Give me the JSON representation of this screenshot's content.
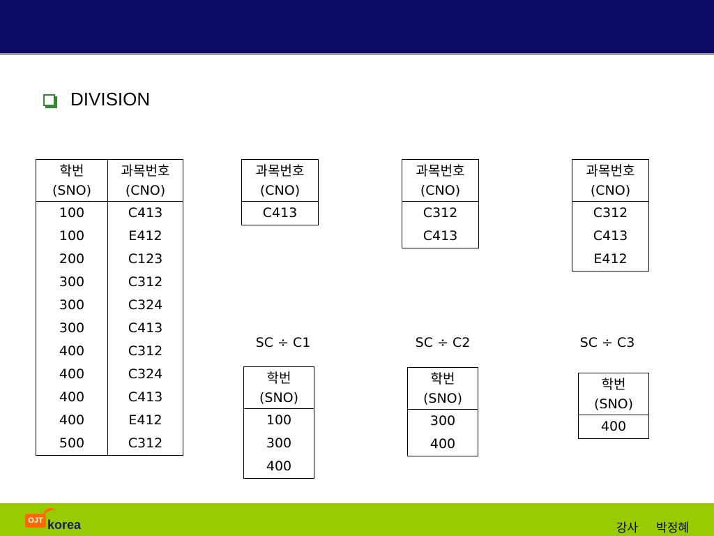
{
  "heading": "DIVISION",
  "tables": {
    "sc": {
      "headers": [
        [
          "학번",
          "(SNO)"
        ],
        [
          "과목번호",
          "(CNO)"
        ]
      ],
      "rows": [
        [
          "100",
          "C413"
        ],
        [
          "100",
          "E412"
        ],
        [
          "200",
          "C123"
        ],
        [
          "300",
          "C312"
        ],
        [
          "300",
          "C324"
        ],
        [
          "300",
          "C413"
        ],
        [
          "400",
          "C312"
        ],
        [
          "400",
          "C324"
        ],
        [
          "400",
          "C413"
        ],
        [
          "400",
          "E412"
        ],
        [
          "500",
          "C312"
        ]
      ]
    },
    "c1": {
      "header": [
        "과목번호",
        "(CNO)"
      ],
      "rows": [
        "C413"
      ]
    },
    "c2": {
      "header": [
        "과목번호",
        "(CNO)"
      ],
      "rows": [
        "C312",
        "C413"
      ]
    },
    "c3": {
      "header": [
        "과목번호",
        "(CNO)"
      ],
      "rows": [
        "C312",
        "C413",
        "E412"
      ]
    },
    "r1": {
      "header": [
        "학번",
        "(SNO)"
      ],
      "rows": [
        "100",
        "300",
        "400"
      ]
    },
    "r2": {
      "header": [
        "학번",
        "(SNO)"
      ],
      "rows": [
        "300",
        "400"
      ]
    },
    "r3": {
      "header": [
        "학번",
        "(SNO)"
      ],
      "rows": [
        "400"
      ]
    }
  },
  "expressions": [
    "SC ÷ C1",
    "SC ÷ C2",
    "SC ÷ C3"
  ],
  "footer": {
    "logo_badge": "OJT",
    "logo_text": "korea",
    "presenter_role": "강사",
    "presenter_name": "박정혜"
  },
  "colors": {
    "top_bar": "#0c0c66",
    "footer_bar": "#99cc00",
    "bullet": "#2b8a2b",
    "logo_orange": "#ff6a00"
  }
}
